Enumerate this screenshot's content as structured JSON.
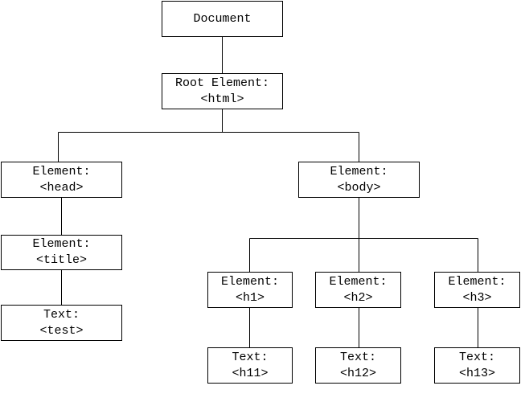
{
  "nodes": {
    "document": {
      "line1": "Document",
      "line2": ""
    },
    "root": {
      "line1": "Root Element:",
      "line2": "<html>"
    },
    "head": {
      "line1": "Element:",
      "line2": "<head>"
    },
    "body": {
      "line1": "Element:",
      "line2": "<body>"
    },
    "title": {
      "line1": "Element:",
      "line2": "<title>"
    },
    "text_test": {
      "line1": "Text:",
      "line2": "<test>"
    },
    "h1": {
      "line1": "Element:",
      "line2": "<h1>"
    },
    "h2": {
      "line1": "Element:",
      "line2": "<h2>"
    },
    "h3": {
      "line1": "Element:",
      "line2": "<h3>"
    },
    "text_h11": {
      "line1": "Text:",
      "line2": "<h11>"
    },
    "text_h12": {
      "line1": "Text:",
      "line2": "<h12>"
    },
    "text_h13": {
      "line1": "Text:",
      "line2": "<h13>"
    }
  }
}
